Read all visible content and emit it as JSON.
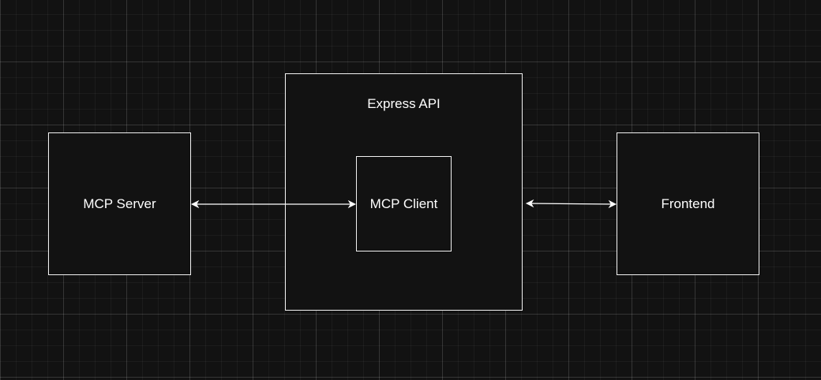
{
  "diagram": {
    "nodes": {
      "mcp_server": "MCP Server",
      "express_api": "Express API",
      "mcp_client": "MCP Client",
      "frontend": "Frontend"
    },
    "edges": [
      {
        "from": "MCP Server",
        "to": "MCP Client",
        "direction": "bidirectional"
      },
      {
        "from": "Express API",
        "to": "Frontend",
        "direction": "bidirectional"
      }
    ]
  },
  "colors": {
    "background": "#121212",
    "stroke": "#f2f2f2",
    "text": "#ffffff"
  }
}
